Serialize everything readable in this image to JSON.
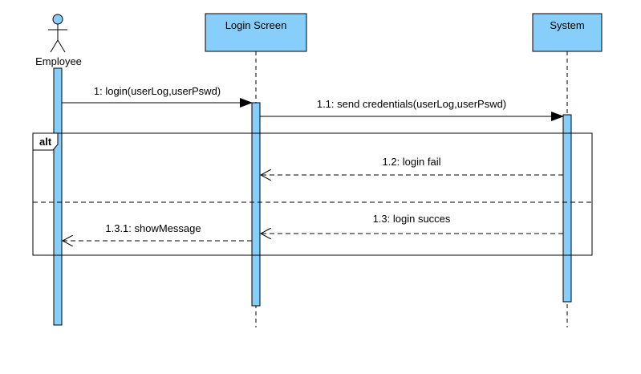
{
  "colors": {
    "lifeline_fill": "#87cefa",
    "stroke": "#000000",
    "background": "#ffffff"
  },
  "actor": {
    "name": "Employee",
    "icon": "stick-figure-actor-icon"
  },
  "participants": [
    {
      "label": "Login Screen"
    },
    {
      "label": "System"
    }
  ],
  "fragment": {
    "operator": "alt"
  },
  "messages": [
    {
      "label": "1: login(userLog,userPswd)",
      "kind": "synchronous"
    },
    {
      "label": "1.1: send credentials(userLog,userPswd)",
      "kind": "synchronous"
    },
    {
      "label": "1.2: login fail",
      "kind": "return"
    },
    {
      "label": "1.3: login succes",
      "kind": "return"
    },
    {
      "label": "1.3.1: showMessage",
      "kind": "return"
    }
  ]
}
